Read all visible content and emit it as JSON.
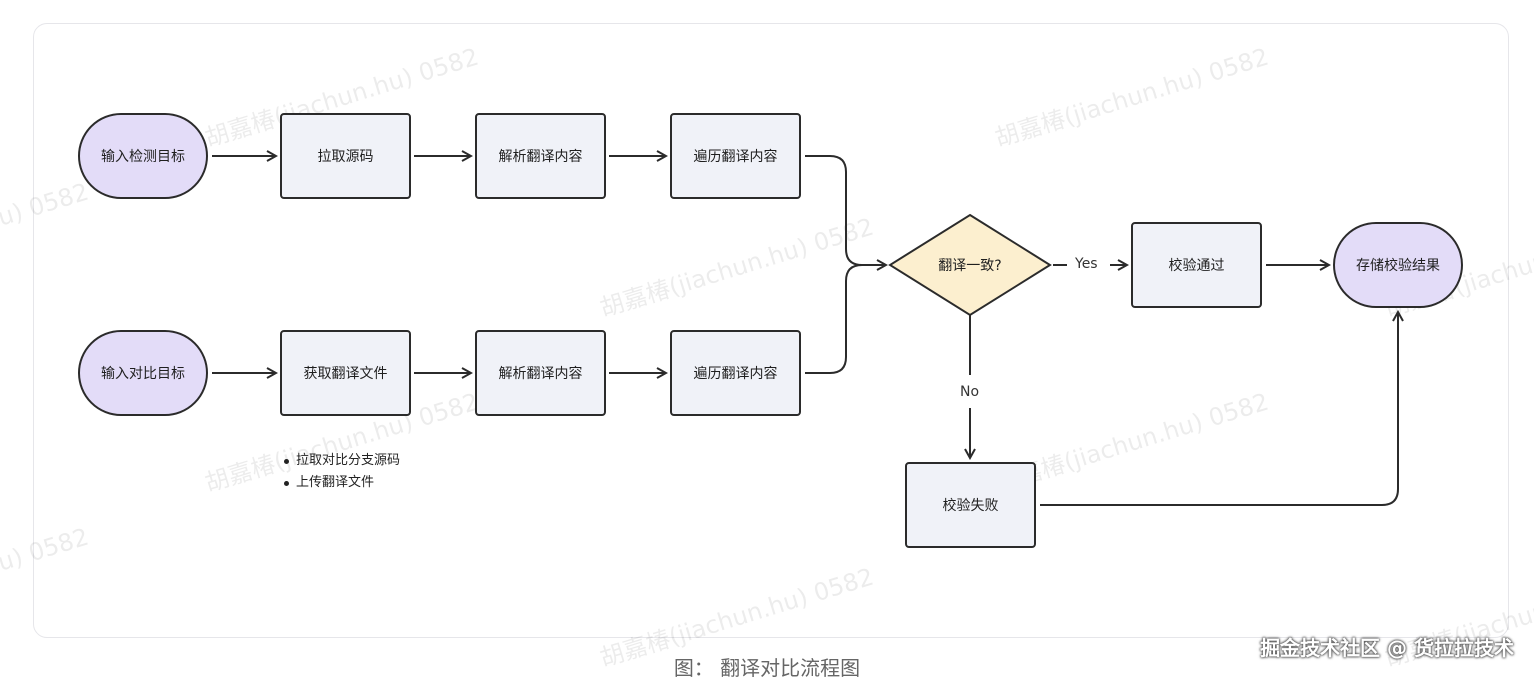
{
  "watermark": "胡嘉椿(jiachun.hu) 0582",
  "nodes": {
    "input_target": "输入检测目标",
    "pull_source": "拉取源码",
    "parse_top": "解析翻译内容",
    "iterate_top": "遍历翻译内容",
    "input_compare": "输入对比目标",
    "get_translation": "获取翻译文件",
    "parse_bottom": "解析翻译内容",
    "iterate_bottom": "遍历翻译内容",
    "decision": "翻译一致?",
    "pass": "校验通过",
    "store": "存储校验结果",
    "fail": "校验失败"
  },
  "edges": {
    "yes": "Yes",
    "no": "No"
  },
  "bullets": [
    "拉取对比分支源码",
    "上传翻译文件"
  ],
  "caption": "图：  翻译对比流程图",
  "brand": "掘金技术社区 @ 货拉拉技术",
  "colors": {
    "pill": "#e3dcf8",
    "rect": "#f0f2f8",
    "decision": "#fcefcf",
    "stroke": "#2b2b2b"
  }
}
